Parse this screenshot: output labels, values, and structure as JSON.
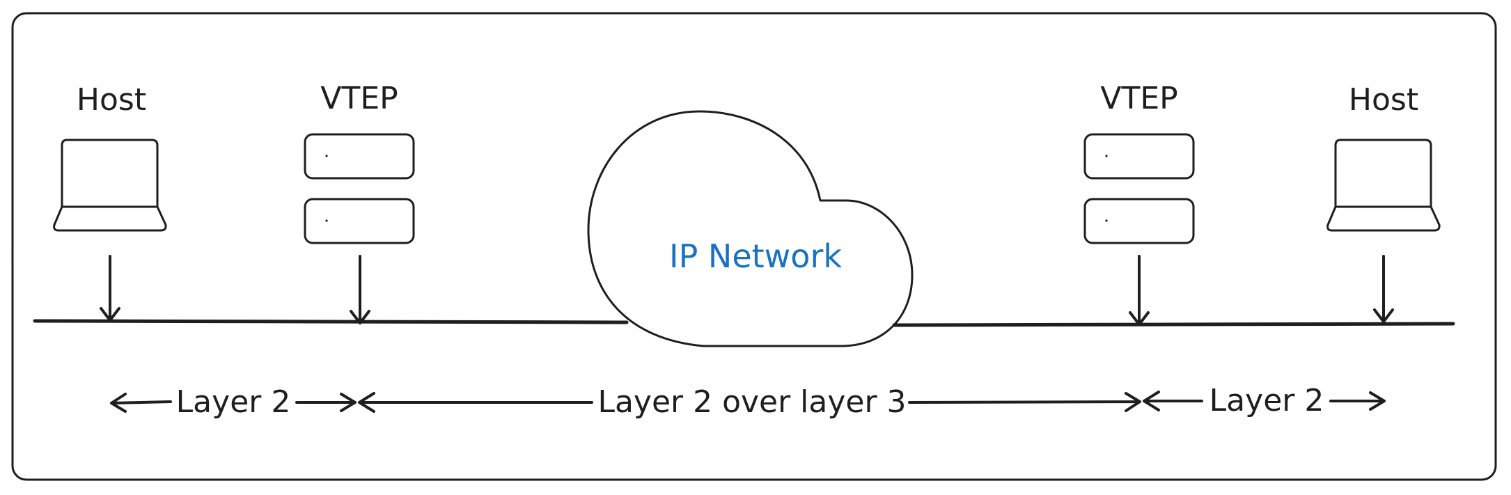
{
  "colors": {
    "stroke": "#1e1e1e",
    "background": "#ffffff",
    "cloud_text": "#1971c2"
  },
  "left": {
    "host_label": "Host",
    "vtep_label": "VTEP"
  },
  "right": {
    "vtep_label": "VTEP",
    "host_label": "Host"
  },
  "cloud": {
    "label": "IP Network"
  },
  "spans": {
    "left": "Layer 2",
    "middle": "Layer 2 over layer 3",
    "right": "Layer 2"
  },
  "icons": {
    "host": "laptop-icon",
    "vtep": "server-stack-icon",
    "network": "cloud-icon"
  }
}
